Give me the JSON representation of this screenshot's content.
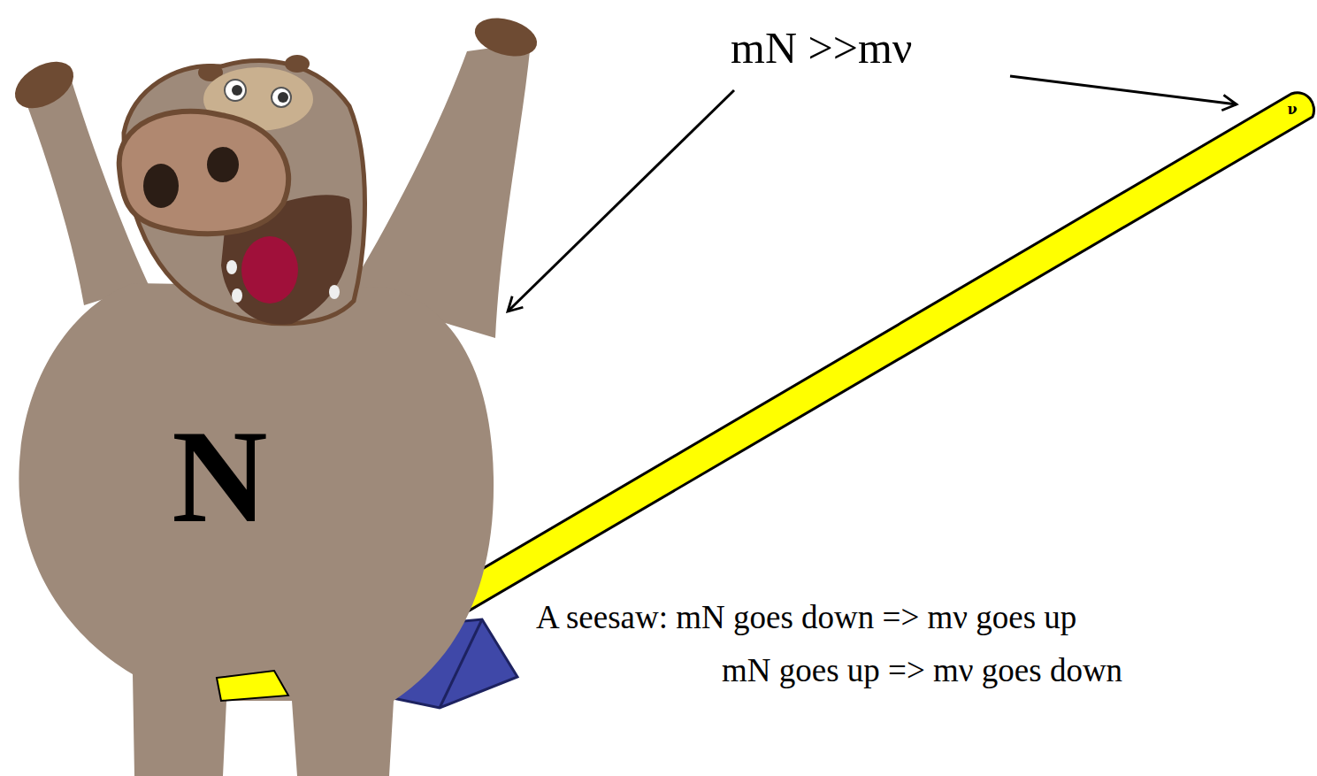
{
  "diagram": {
    "nodes": [
      {
        "text": [
          "N"
        ]
      },
      {
        "text": [
          "ν"
        ]
      }
    ],
    "labels": [
      "mN >>mν",
      "A seesaw: mN goes down => mν goes up",
      "mN goes up => mν goes down"
    ]
  }
}
